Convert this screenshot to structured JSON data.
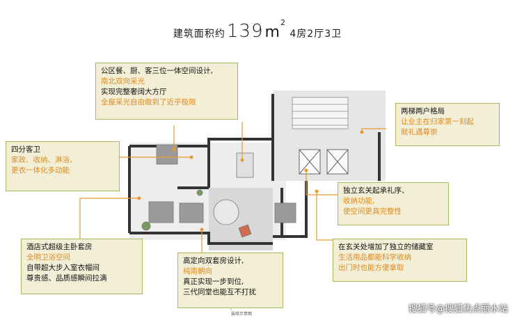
{
  "header": {
    "prefix": "建筑面积约",
    "area": "139",
    "unit": "m",
    "unit_sup": "2",
    "layout": "4房2厅3卫"
  },
  "callouts": {
    "public": {
      "l1": "公区餐、厨、客三位一体空间设计,",
      "l2": "南北双向采光",
      "l3": "实现完整奢阔大方厅",
      "l4": "全屋采光自由做到了近乎极限"
    },
    "elevator": {
      "l1": "两梯两户格局",
      "l2": "让业主在归家第一刻起",
      "l3": "就礼遇尊崇"
    },
    "bath": {
      "l1": "四分客卫",
      "l2": "家政、收纳、淋浴、",
      "l3": "更衣一体化多动能"
    },
    "foyer": {
      "l1": "独立玄关起承礼序、",
      "l2": "收纳功能,",
      "l3": "使空间更具完整性"
    },
    "master": {
      "l1": "酒店式超级主卧套房",
      "l2": "全明卫浴空间",
      "l3": "自带超大步入室衣帽间",
      "l4": "尊贵感、品质感瞬间拉满"
    },
    "suite": {
      "l1": "高定向双套房设计,",
      "l2": "纯南朝向",
      "l3": "真正实现一步到位,",
      "l4": "三代同堂也能互不打扰"
    },
    "storage": {
      "l1": "在玄关处增加了独立的储藏室",
      "l2": "生活用品都能科学收纳",
      "l3": "出门时也能方便拿取"
    }
  },
  "caption": "装修示意图",
  "watermark": "搜狐号@搜狐焦点丽水站"
}
